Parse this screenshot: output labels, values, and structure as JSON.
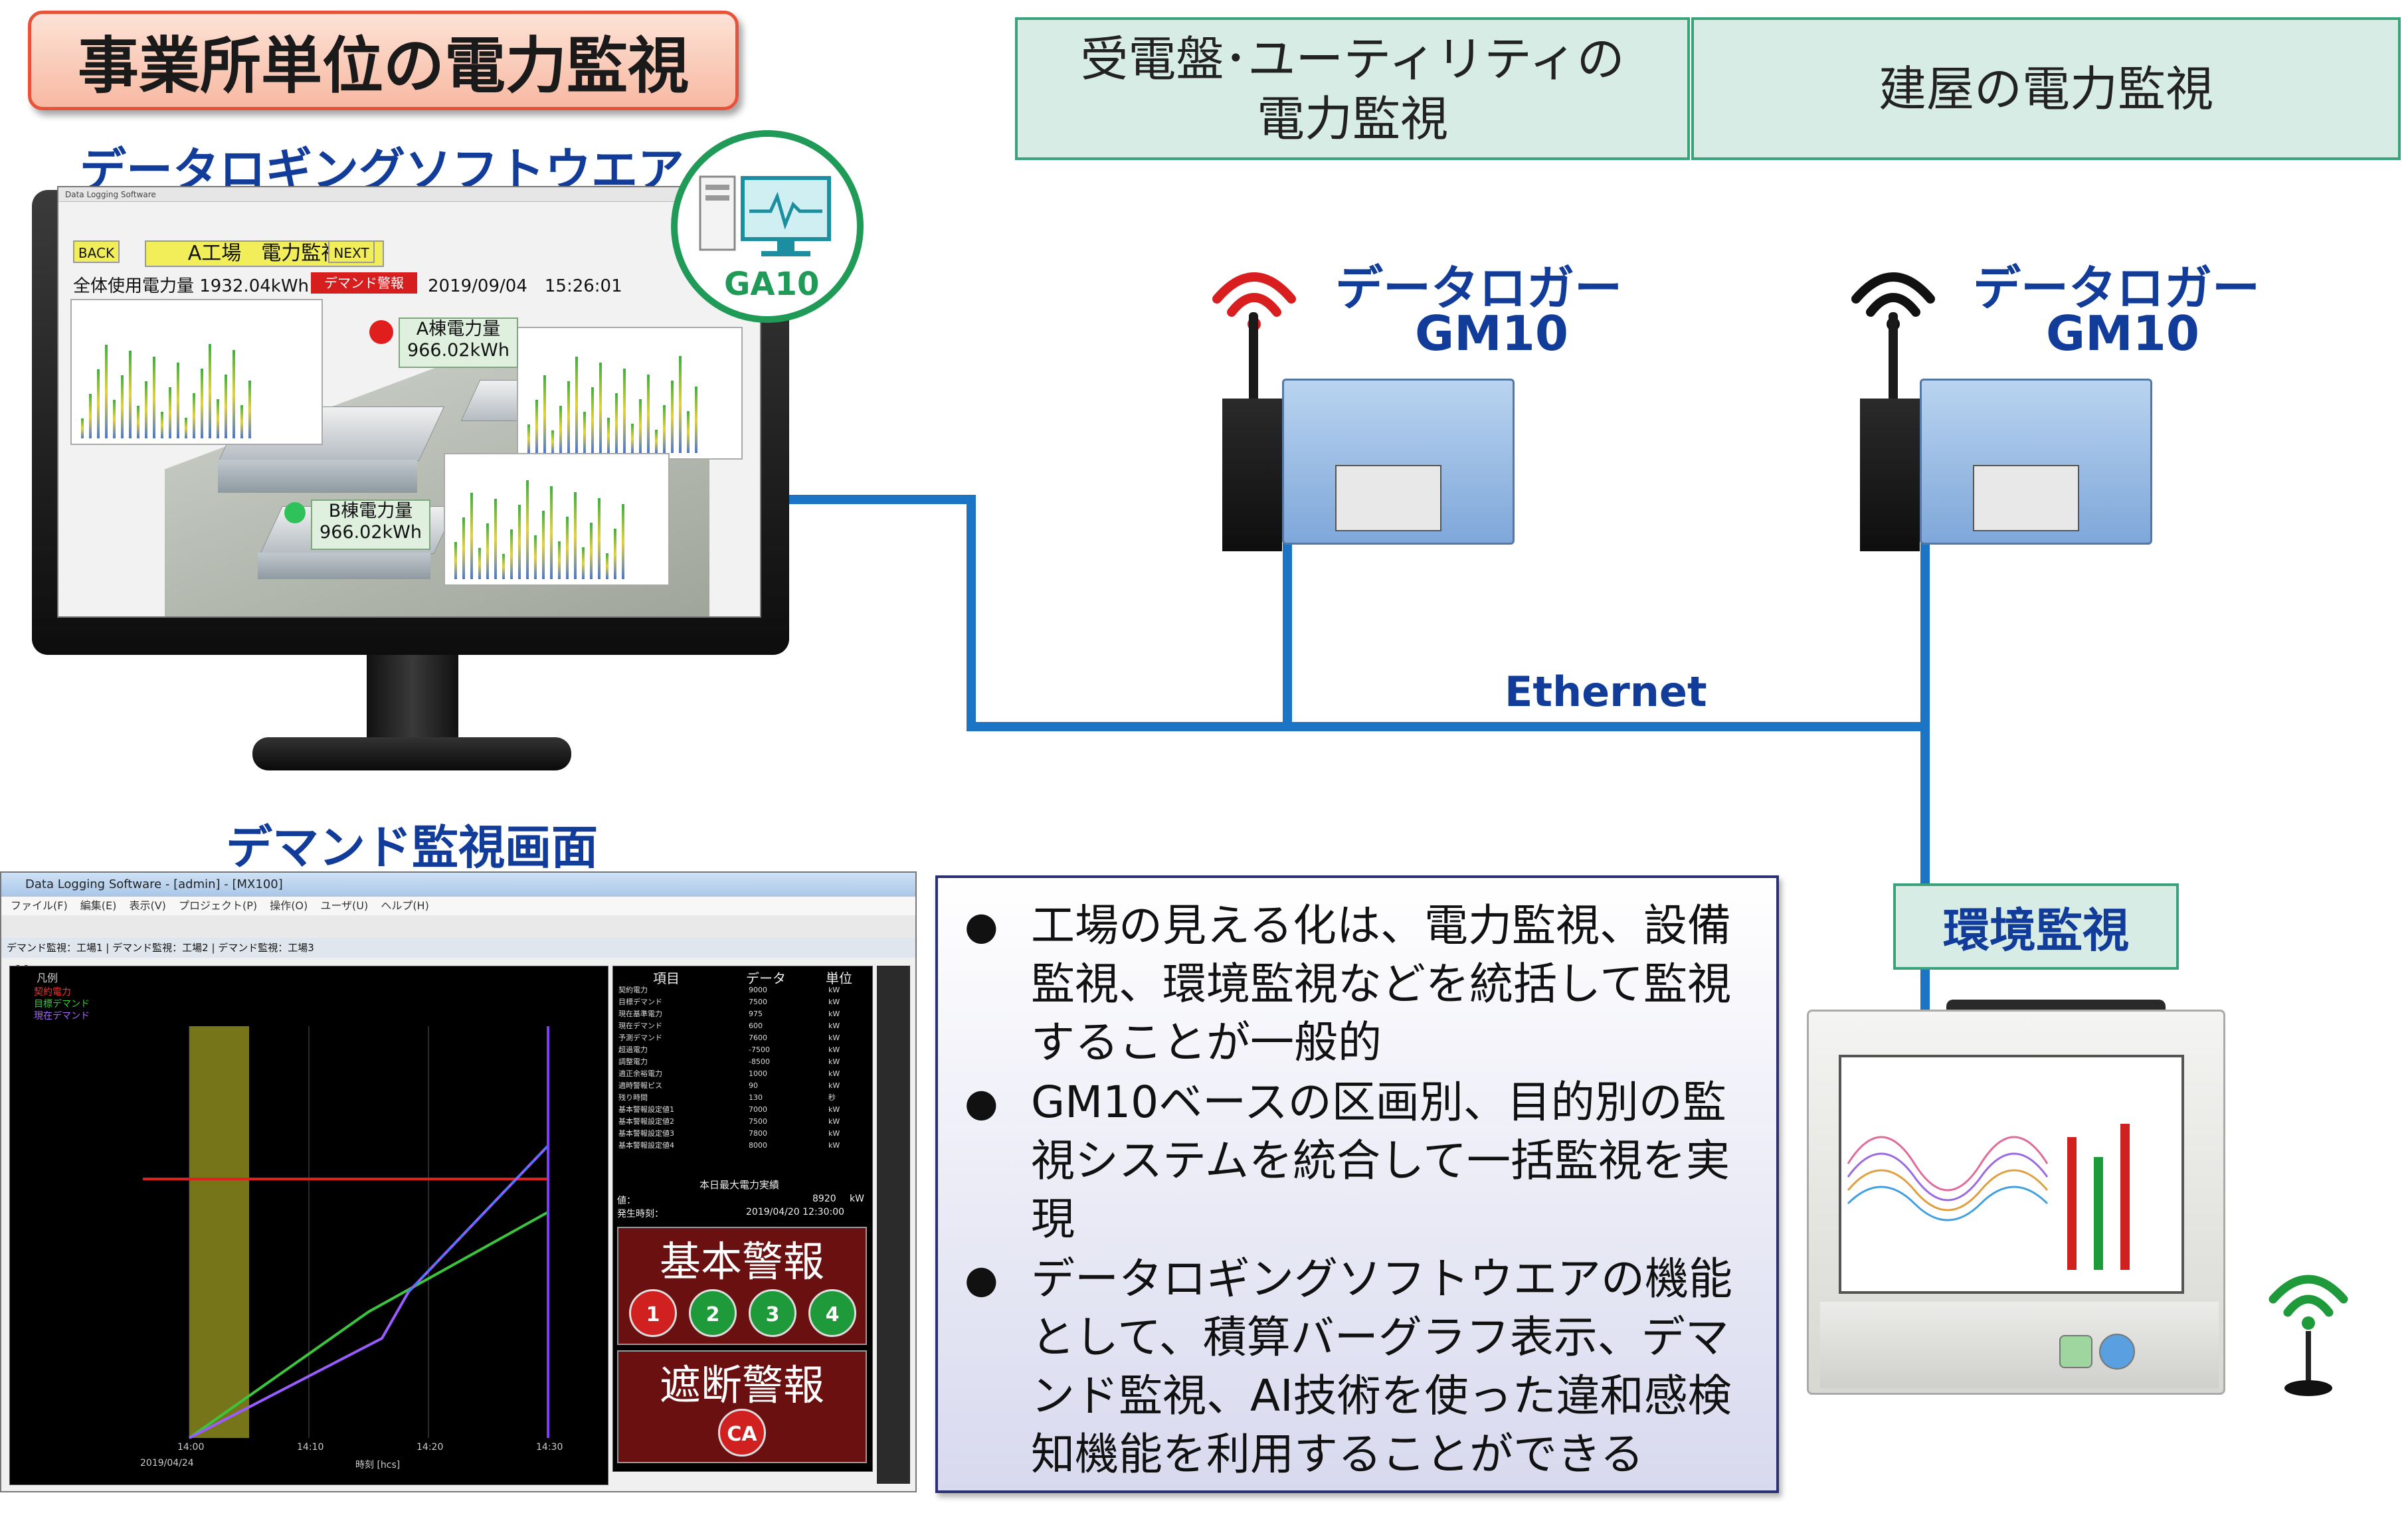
{
  "title": "事業所単位の電力監視",
  "software_label": "データロギングソフトウエア",
  "demand_screen_label": "デマンド監視画面",
  "header_boxes": [
    "受電盤･ユーティリティの\n電力監視",
    "建屋の電力監視"
  ],
  "ga10_label": "GA10",
  "loggers": [
    {
      "name": "データロガー",
      "model": "GM10"
    },
    {
      "name": "データロガー",
      "model": "GM10"
    }
  ],
  "ethernet_label": "Ethernet",
  "env_label": "環境監視",
  "monitor_screen": {
    "back": "BACK",
    "next": "NEXT",
    "title": "A工場　電力監視",
    "total": "全体使用電力量 1932.04kWh",
    "alarm": "デマンド警報",
    "timestamp": "2019/09/04　15:26:01",
    "a_label": "A棟電力量",
    "a_value": "966.02kWh",
    "b_label": "B棟電力量",
    "b_value": "966.02kWh"
  },
  "software_window": {
    "title": "Data Logging Software - [admin] - [MX100]",
    "menu": "ファイル(F) 編集(E) 表示(V) プロジェクト(P) 操作(O) ユーザ(U) ヘルプ(H)",
    "tabs": "デマンド監視：工場1 | デマンド監視：工場2 | デマンド監視：工場3",
    "interval": "10s",
    "legend_header": "凡例",
    "legend": [
      "契約電力",
      "目標デマンド",
      "現在デマンド"
    ],
    "x_ticks": [
      "14:00",
      "14:10",
      "14:20",
      "14:30"
    ],
    "x_label": "時刻 [hcs]",
    "date": "2019/04/24",
    "table_headers": [
      "項目",
      "データ",
      "単位"
    ],
    "table_rows": [
      [
        "契約電力",
        "9000",
        "kW"
      ],
      [
        "目標デマンド",
        "7500",
        "kW"
      ],
      [
        "現在基準電力",
        "975",
        "kW"
      ],
      [
        "現在デマンド",
        "600",
        "kW"
      ],
      [
        "予測デマンド",
        "7600",
        "kW"
      ],
      [
        "超過電力",
        "-7500",
        "kW"
      ],
      [
        "調整電力",
        "-8500",
        "kW"
      ],
      [
        "適正余裕電力",
        "1000",
        "kW"
      ],
      [
        "適時警報ピス",
        "90",
        "kW"
      ],
      [
        "残り時間",
        "130",
        "秒"
      ],
      [
        "基本警報設定値1",
        "7000",
        "kW"
      ],
      [
        "基本警報設定値2",
        "7500",
        "kW"
      ],
      [
        "基本警報設定値3",
        "7800",
        "kW"
      ],
      [
        "基本警報設定値4",
        "8000",
        "kW"
      ]
    ],
    "peak_title": "本日最大電力実績",
    "peak_value_label": "値：",
    "peak_value": "8920",
    "peak_unit": "kW",
    "peak_time_label": "発生時刻：",
    "peak_time": "2019/04/20 12:30:00",
    "basic_alarm": "基本警報",
    "basic_alarm_levels": [
      "1",
      "2",
      "3",
      "4"
    ],
    "cutoff_alarm": "遮断警報",
    "cutoff_level": "CA"
  },
  "bullets": [
    "工場の見える化は、電力監視、設備監視、環境監視などを統括して監視することが一般的",
    "GM10ベースの区画別、目的別の監視システムを統合して一括監視を実現",
    "データロギングソフトウエアの機能として、積算バーグラフ表示、デマンド監視、AI技術を使った違和感検知機能を利用することができる"
  ],
  "colors": {
    "network_line": "#1b74c4",
    "title_border": "#e8513a",
    "header_border": "#3aa27a",
    "label_blue": "#123c9a",
    "antenna_red": "#d81e1e",
    "antenna_black": "#111111",
    "antenna_green": "#1f9a3a"
  }
}
